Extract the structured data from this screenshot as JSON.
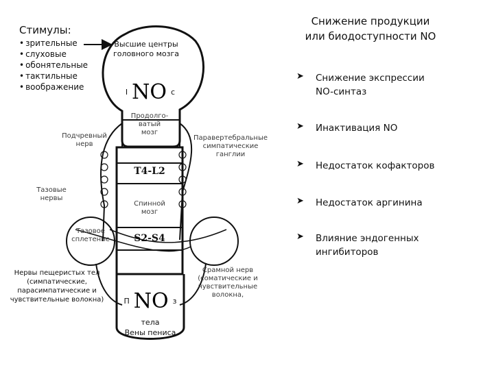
{
  "stimuli": {
    "title": "Стимулы:",
    "items": [
      "зрительные",
      "слуховые",
      "обонятельные",
      "тактильные",
      "воображение"
    ]
  },
  "diagram": {
    "higher_centers": [
      "Высшие центры",
      "головного мозга"
    ],
    "no_top": "NO",
    "no_top_side_left": "I",
    "no_top_side_right": "с",
    "medulla": [
      "Продолго-",
      "ватый",
      "мозг"
    ],
    "hypogastric_nerve": [
      "Подчревный",
      "нерв"
    ],
    "paravertebral": [
      "Паравертебральные",
      "симпатические",
      "ганглии"
    ],
    "segment_upper": "T4-L2",
    "pelvic_nerves": [
      "Тазовые",
      "нервы"
    ],
    "spinal_cord": [
      "Спинной",
      "мозг"
    ],
    "pelvic_plexus": [
      "Тазовое",
      "сплетение"
    ],
    "segment_lower": "S2-S4",
    "cavernous_nerves": [
      "Нервы пещеристых тел",
      "(симпатические,",
      "парасимпатические и",
      "чувствительные волокна)"
    ],
    "pudendal_nerve": [
      "Срамной нерв",
      "(соматические и",
      "чувствительные",
      "волокна,"
    ],
    "no_bottom": "NO",
    "no_bottom_side_left": "П",
    "no_bottom_side_right": "з",
    "penis_labels": [
      "тела",
      "Вены пениса"
    ]
  },
  "right_panel": {
    "title": [
      "Снижение продукции",
      "или биодоступности NO"
    ],
    "items": [
      [
        "Снижение экспрессии",
        "NO-синтаз"
      ],
      [
        "Инактивация NO"
      ],
      [
        "Недостаток кофакторов"
      ],
      [
        "Недостаток аргинина"
      ],
      [
        "Влияние эндогенных",
        "ингибиторов"
      ]
    ]
  }
}
